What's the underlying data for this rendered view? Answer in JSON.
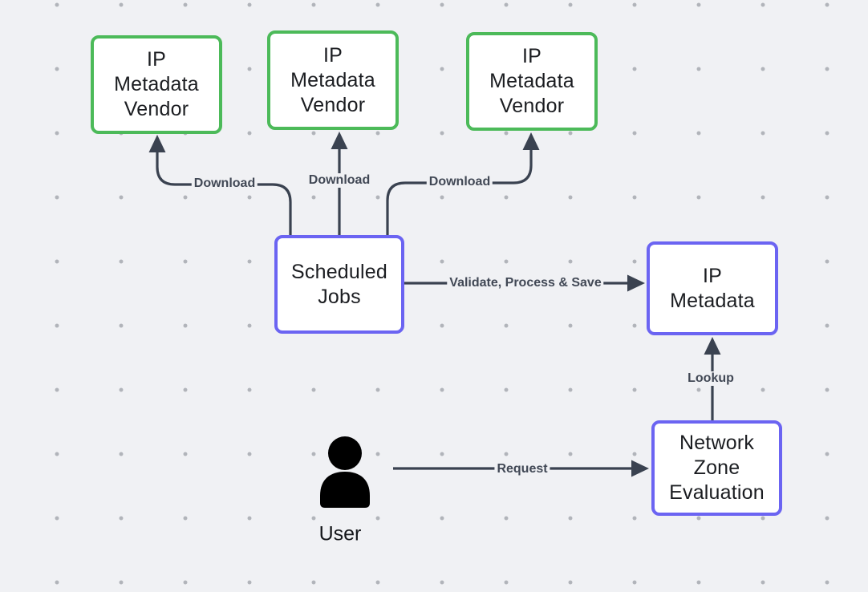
{
  "diagram": {
    "nodes": {
      "vendor1": {
        "label": "IP\nMetadata\nVendor",
        "kind": "vendor"
      },
      "vendor2": {
        "label": "IP\nMetadata\nVendor",
        "kind": "vendor"
      },
      "vendor3": {
        "label": "IP\nMetadata\nVendor",
        "kind": "vendor"
      },
      "scheduled_jobs": {
        "label": "Scheduled\nJobs",
        "kind": "service"
      },
      "ip_metadata": {
        "label": "IP\nMetadata",
        "kind": "service"
      },
      "network_zone_evaluation": {
        "label": "Network\nZone\nEvaluation",
        "kind": "service"
      }
    },
    "actor": {
      "label": "User",
      "icon": "person-icon"
    },
    "edges": {
      "download_1": {
        "label": "Download",
        "from": "scheduled_jobs",
        "to": "vendor1"
      },
      "download_2": {
        "label": "Download",
        "from": "scheduled_jobs",
        "to": "vendor2"
      },
      "download_3": {
        "label": "Download",
        "from": "scheduled_jobs",
        "to": "vendor3"
      },
      "validate": {
        "label": "Validate, Process & Save",
        "from": "scheduled_jobs",
        "to": "ip_metadata"
      },
      "lookup": {
        "label": "Lookup",
        "from": "network_zone_evaluation",
        "to": "ip_metadata"
      },
      "request": {
        "label": "Request",
        "from": "user",
        "to": "network_zone_evaluation"
      }
    },
    "colors": {
      "background": "#f0f1f4",
      "dot_grid": "#b1b4ba",
      "vendor_border": "#4cba59",
      "service_border": "#6b64f2",
      "edge_line": "#3a4250",
      "edge_label_text": "#414855",
      "node_text": "#1b1d21",
      "actor_fill": "#000000"
    }
  }
}
